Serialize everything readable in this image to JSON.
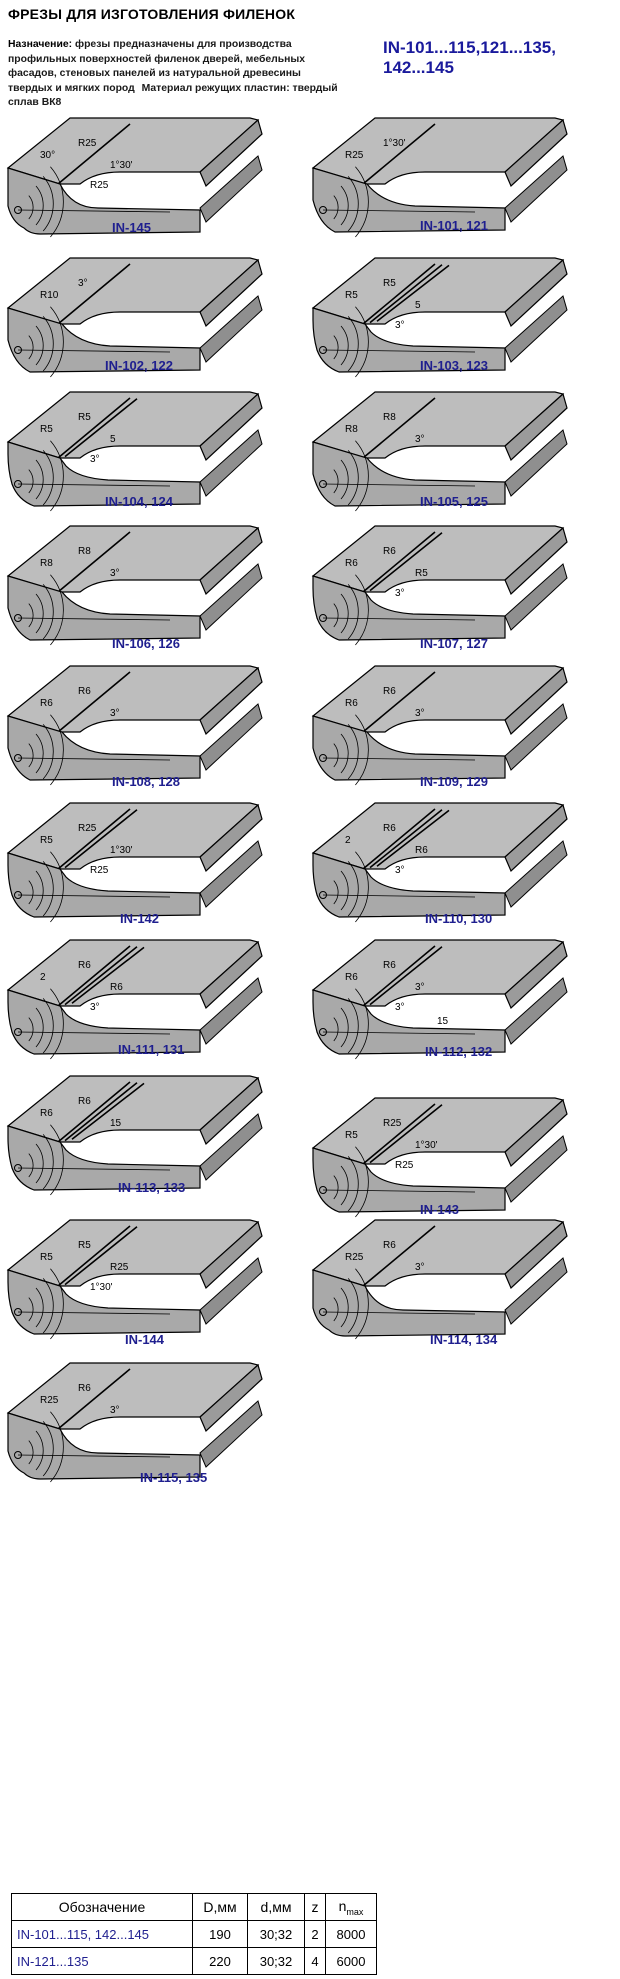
{
  "header": {
    "title": "ФРЕЗЫ ДЛЯ ИЗГОТОВЛЕНИЯ ФИЛЕНОК",
    "purpose_label": "Назначение:",
    "purpose_text": "фрезы предназначены для производства профильных поверхностей филенок дверей, мебельных фасадов, стеновых панелей из натуральной древесины твердых и мягких пород",
    "material_text": "Материал режущих пластин: твердый сплав ВК8",
    "series_line1": "IN-101...115,121...135,",
    "series_line2": "142...145"
  },
  "profiles": [
    {
      "id": "p145",
      "label": "IN-145",
      "callouts": [
        "30°",
        "R25",
        "1°30'",
        "R25"
      ],
      "variant": "cove-bead"
    },
    {
      "id": "p101",
      "label": "IN-101, 121",
      "callouts": [
        "R25",
        "1°30'"
      ],
      "variant": "cove"
    },
    {
      "id": "p102",
      "label": "IN-102, 122",
      "callouts": [
        "R10",
        "3°"
      ],
      "variant": "cove"
    },
    {
      "id": "p103",
      "label": "IN-103, 123",
      "callouts": [
        "R5",
        "R5",
        "5",
        "3°"
      ],
      "variant": "double-ridge"
    },
    {
      "id": "p104",
      "label": "IN-104, 124",
      "callouts": [
        "R5",
        "R5",
        "5",
        "3°"
      ],
      "variant": "ridge"
    },
    {
      "id": "p105",
      "label": "IN-105, 125",
      "callouts": [
        "R8",
        "R8",
        "3°"
      ],
      "variant": "cove"
    },
    {
      "id": "p106",
      "label": "IN-106, 126",
      "callouts": [
        "R8",
        "R8",
        "3°"
      ],
      "variant": "cove"
    },
    {
      "id": "p107",
      "label": "IN-107, 127",
      "callouts": [
        "R6",
        "R6",
        "R5",
        "3°"
      ],
      "variant": "ridge"
    },
    {
      "id": "p108",
      "label": "IN-108, 128",
      "callouts": [
        "R6",
        "R6",
        "3°"
      ],
      "variant": "cove"
    },
    {
      "id": "p109",
      "label": "IN-109, 129",
      "callouts": [
        "R6",
        "R6",
        "3°"
      ],
      "variant": "cove"
    },
    {
      "id": "p142",
      "label": "IN-142",
      "callouts": [
        "R5",
        "R25",
        "1°30'",
        "R25"
      ],
      "variant": "ridge"
    },
    {
      "id": "p110",
      "label": "IN-110, 130",
      "callouts": [
        "2",
        "R6",
        "R6",
        "3°"
      ],
      "variant": "double-ridge"
    },
    {
      "id": "p111",
      "label": "IN-111, 131",
      "callouts": [
        "2",
        "R6",
        "R6",
        "3°"
      ],
      "variant": "double-ridge"
    },
    {
      "id": "p112",
      "label": "IN-112, 132",
      "callouts": [
        "R6",
        "R6",
        "3°",
        "3°",
        "15"
      ],
      "variant": "ridge"
    },
    {
      "id": "p113",
      "label": "IN-113, 133",
      "callouts": [
        "R6",
        "R6",
        "15"
      ],
      "variant": "double-ridge"
    },
    {
      "id": "p143",
      "label": "IN-143",
      "callouts": [
        "R5",
        "R25",
        "1°30'",
        "R25"
      ],
      "variant": "ridge"
    },
    {
      "id": "p144",
      "label": "IN-144",
      "callouts": [
        "R5",
        "R5",
        "R25",
        "1°30'"
      ],
      "variant": "ridge"
    },
    {
      "id": "p114",
      "label": "IN-114, 134",
      "callouts": [
        "R25",
        "R6",
        "3°"
      ],
      "variant": "cove-bead"
    },
    {
      "id": "p115",
      "label": "IN-115, 135",
      "callouts": [
        "R25",
        "R6",
        "3°"
      ],
      "variant": "cove-bead"
    }
  ],
  "spec_table": {
    "headers": [
      "Обозначение",
      "D,мм",
      "d,мм",
      "z",
      "n"
    ],
    "header_n_sub": "max",
    "rows": [
      [
        "IN-101...115, 142...145",
        "190",
        "30;32",
        "2",
        "8000"
      ],
      [
        "IN-121...135",
        "220",
        "30;32",
        "4",
        "6000"
      ]
    ]
  },
  "colors": {
    "panel_fill": "#a9a9a9",
    "panel_face": "#bdbdbd",
    "outline": "#000000",
    "label_blue": "#1f1f8f",
    "series_blue": "#1a1a9c"
  }
}
